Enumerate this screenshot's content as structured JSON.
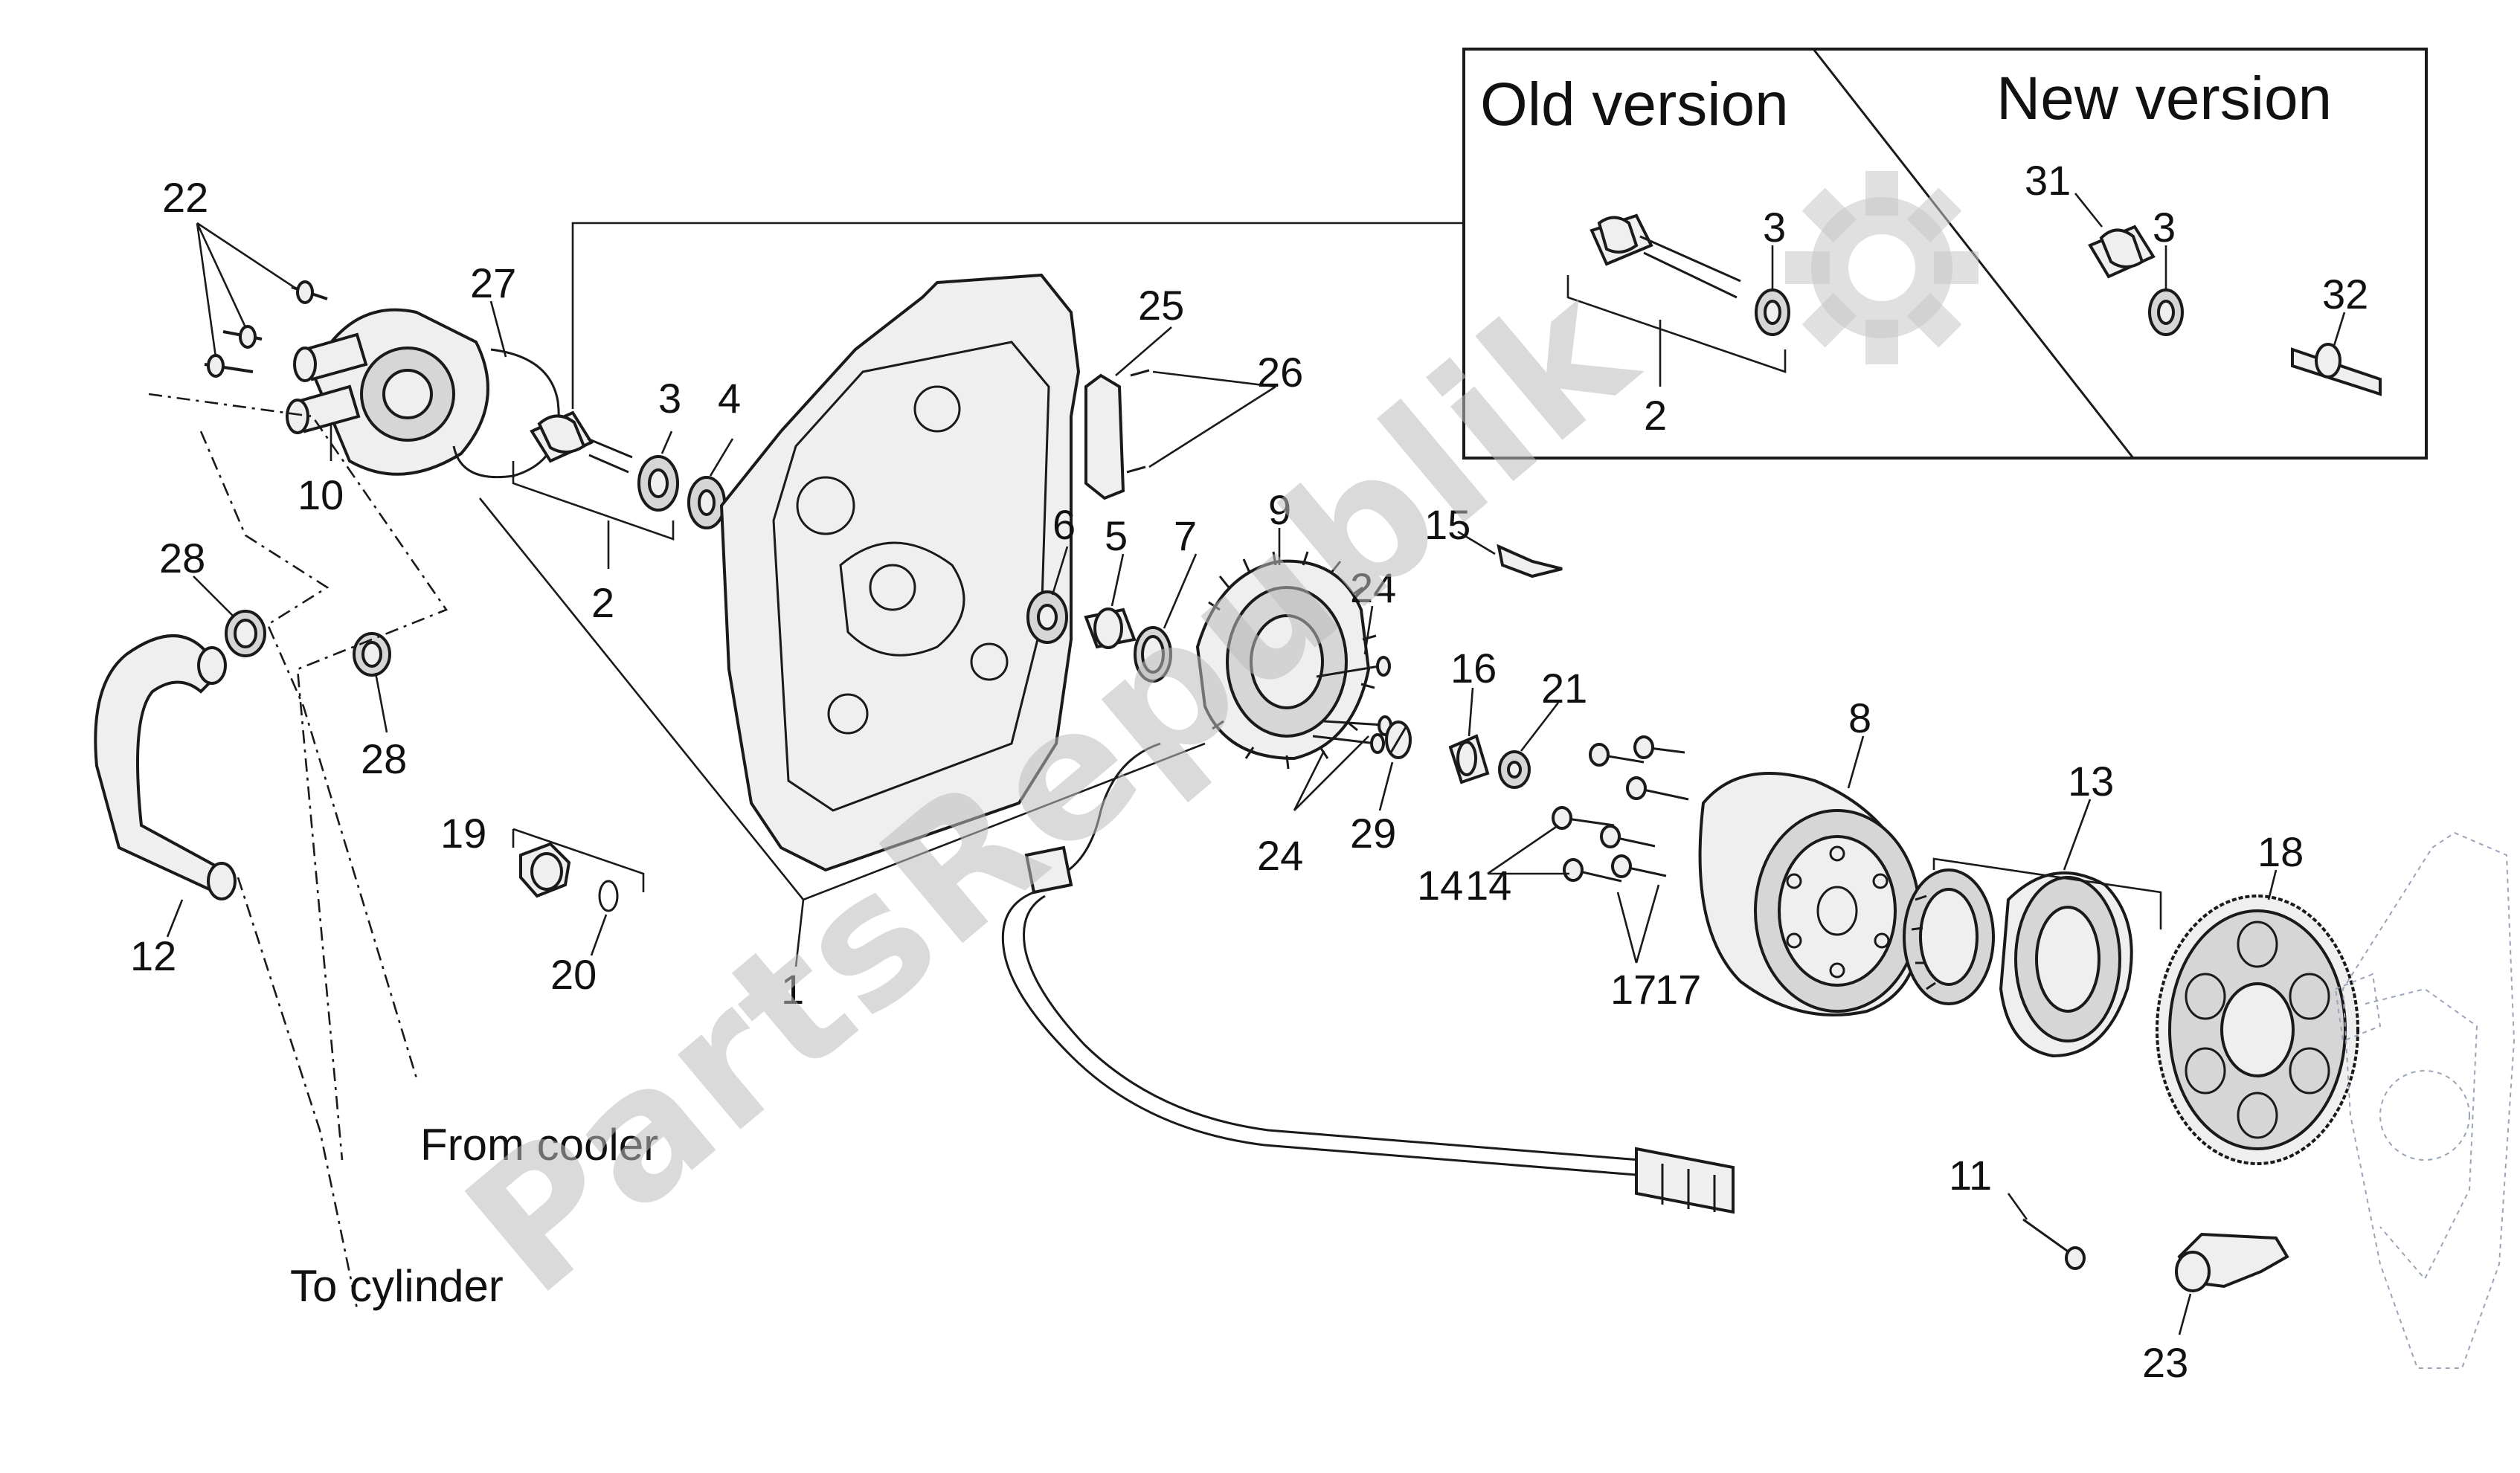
{
  "callouts": {
    "c1": "1",
    "c2a": "2",
    "c2b": "2",
    "c3a": "3",
    "c3b": "3",
    "c3c": "3",
    "c4": "4",
    "c5": "5",
    "c6": "6",
    "c7": "7",
    "c8": "8",
    "c9": "9",
    "c10": "10",
    "c11": "11",
    "c12": "12",
    "c13": "13",
    "c14a": "14",
    "c14b": "14",
    "c15": "15",
    "c16": "16",
    "c17a": "17",
    "c17b": "17",
    "c18": "18",
    "c19": "19",
    "c20": "20",
    "c21": "21",
    "c22": "22",
    "c23": "23",
    "c24a": "24",
    "c24b": "24",
    "c25": "25",
    "c26": "26",
    "c27": "27",
    "c28a": "28",
    "c28b": "28",
    "c29": "29",
    "c31": "31",
    "c32": "32"
  },
  "inset": {
    "old_label": "Old version",
    "new_label": "New version"
  },
  "captions": {
    "from_cooler": "From cooler",
    "to_cylinder": "To cylinder"
  },
  "watermark": {
    "text": "PartsRepublik"
  }
}
